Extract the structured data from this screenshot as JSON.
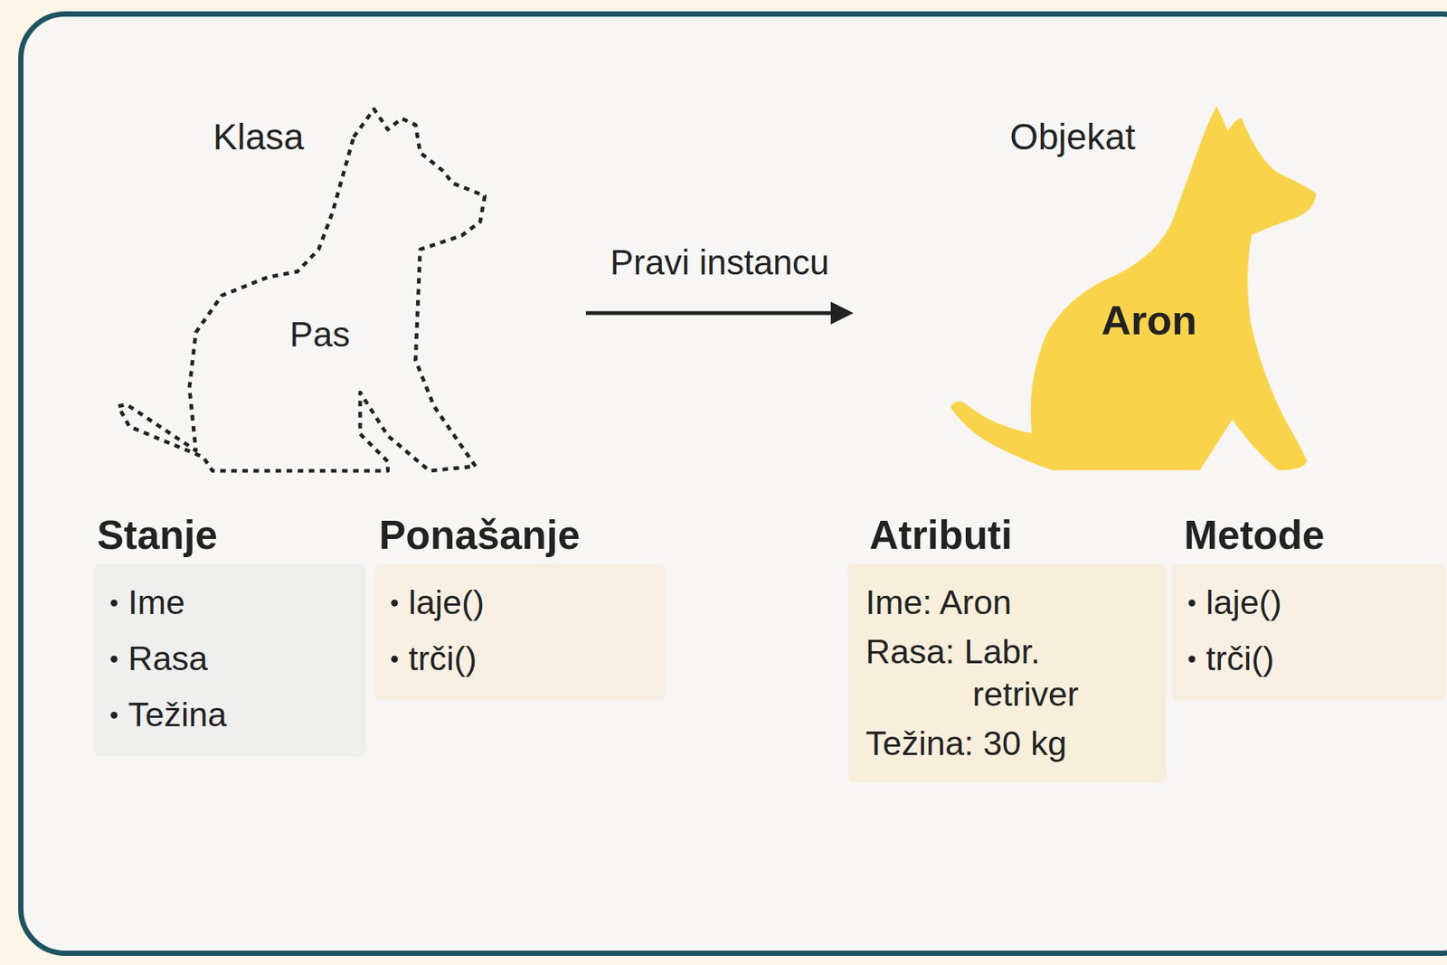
{
  "diagram": {
    "nodes": [
      {
        "text": [
          "Klasa",
          "Pas"
        ]
      },
      {
        "text": [
          "Objekat",
          "Aron"
        ]
      },
      {
        "text": [
          "Stanje",
          "Ime",
          "Rasa",
          "Težina"
        ]
      },
      {
        "text": [
          "Ponašanje",
          "laje()",
          "trči()"
        ]
      },
      {
        "text": [
          "Atributi",
          "Ime: Aron",
          "Rasa: Labr. retriver",
          "Težina: 30 kg"
        ]
      },
      {
        "text": [
          "Metode",
          "laje()",
          "trči()"
        ]
      }
    ],
    "edges": [
      {
        "from": 0,
        "to": 1,
        "arrow": "to",
        "label": "Pravi instancu"
      }
    ]
  }
}
